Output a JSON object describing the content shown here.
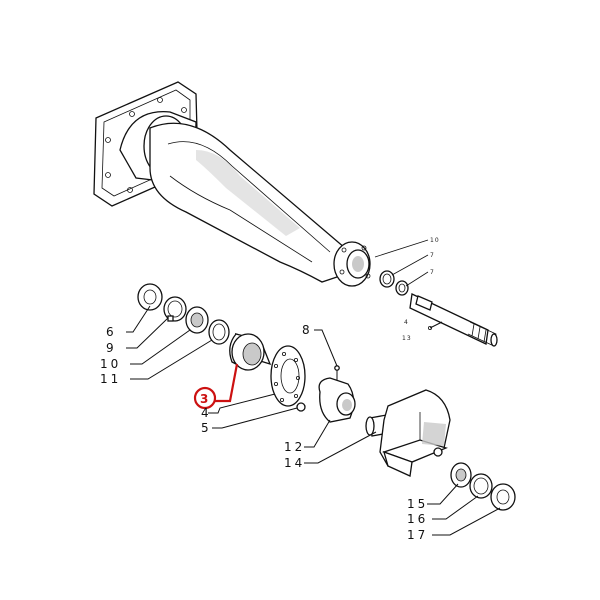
{
  "diagram": {
    "labels": {
      "l6": "6",
      "l9": "9",
      "l10": "10",
      "l11": "11",
      "l3": "3",
      "l4": "4",
      "l5": "5",
      "l8": "8",
      "l12": "12",
      "l14": "14",
      "l15": "15",
      "l16": "16",
      "l17": "17",
      "s10": "10",
      "s7a": "7",
      "s7b": "7",
      "s4": "4",
      "s13": "13"
    },
    "highlight_color": "#cc1111"
  }
}
